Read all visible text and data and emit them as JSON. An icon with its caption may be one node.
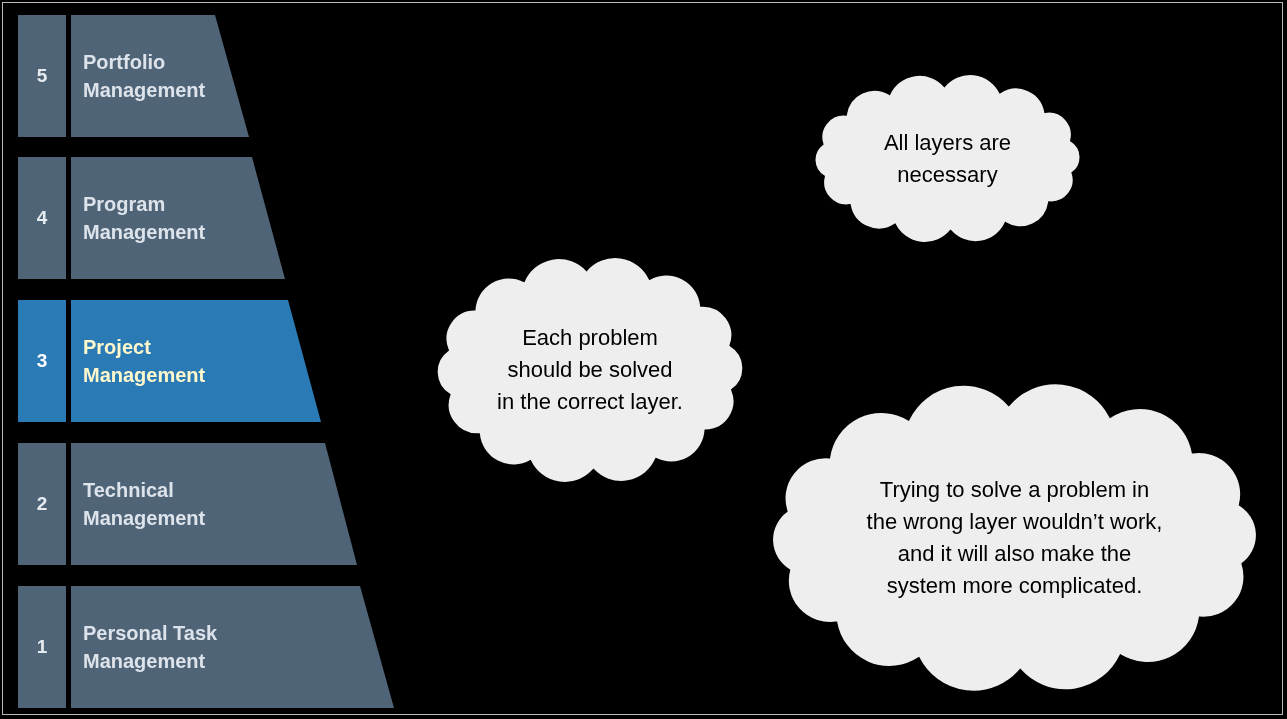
{
  "diagram": {
    "nodes": [
      {
        "text": [
          "5"
        ]
      },
      {
        "text": [
          "Portfolio Management"
        ]
      },
      {
        "text": [
          "4"
        ]
      },
      {
        "text": [
          "Program Management"
        ]
      },
      {
        "text": [
          "3"
        ]
      },
      {
        "text": [
          "Project Management"
        ]
      },
      {
        "text": [
          "2"
        ]
      },
      {
        "text": [
          "Technical Management"
        ]
      },
      {
        "text": [
          "1"
        ]
      },
      {
        "text": [
          "Personal Task Management"
        ]
      },
      {
        "text": [
          "All layers are necessary"
        ]
      },
      {
        "text": [
          "Each problem should be solved in the correct layer."
        ]
      },
      {
        "text": [
          "Trying to solve a problem in the wrong layer wouldn’t work, and it will also make the system more complicated."
        ]
      }
    ],
    "edges": []
  }
}
